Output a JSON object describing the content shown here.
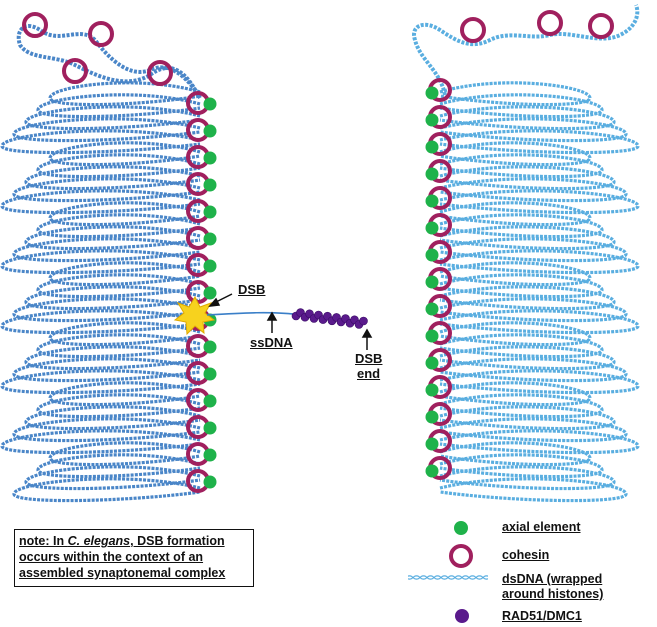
{
  "labels": {
    "dsb": "DSB",
    "ssdna": "ssDNA",
    "dsb_end_line1": "DSB",
    "dsb_end_line2": "end"
  },
  "note": {
    "prefix": "note: In ",
    "species": "C. elegans",
    "suffix": ", DSB formation",
    "line2": "occurs within the context of an",
    "line3": "assembled synaptonemal complex"
  },
  "legend": {
    "axial_element": "axial element",
    "cohesin": "cohesin",
    "dsdna_line1": "dsDNA (wrapped",
    "dsdna_line2": "around histones)",
    "rad51": "RAD51/DMC1"
  },
  "colors": {
    "chromatin_left": "#4a86c8",
    "chromatin_right": "#5aaee0",
    "axial_element": "#1fb24a",
    "cohesin": "#a0205e",
    "rad51": "#5a1a8c",
    "dsb_star": "#f7d21e"
  }
}
